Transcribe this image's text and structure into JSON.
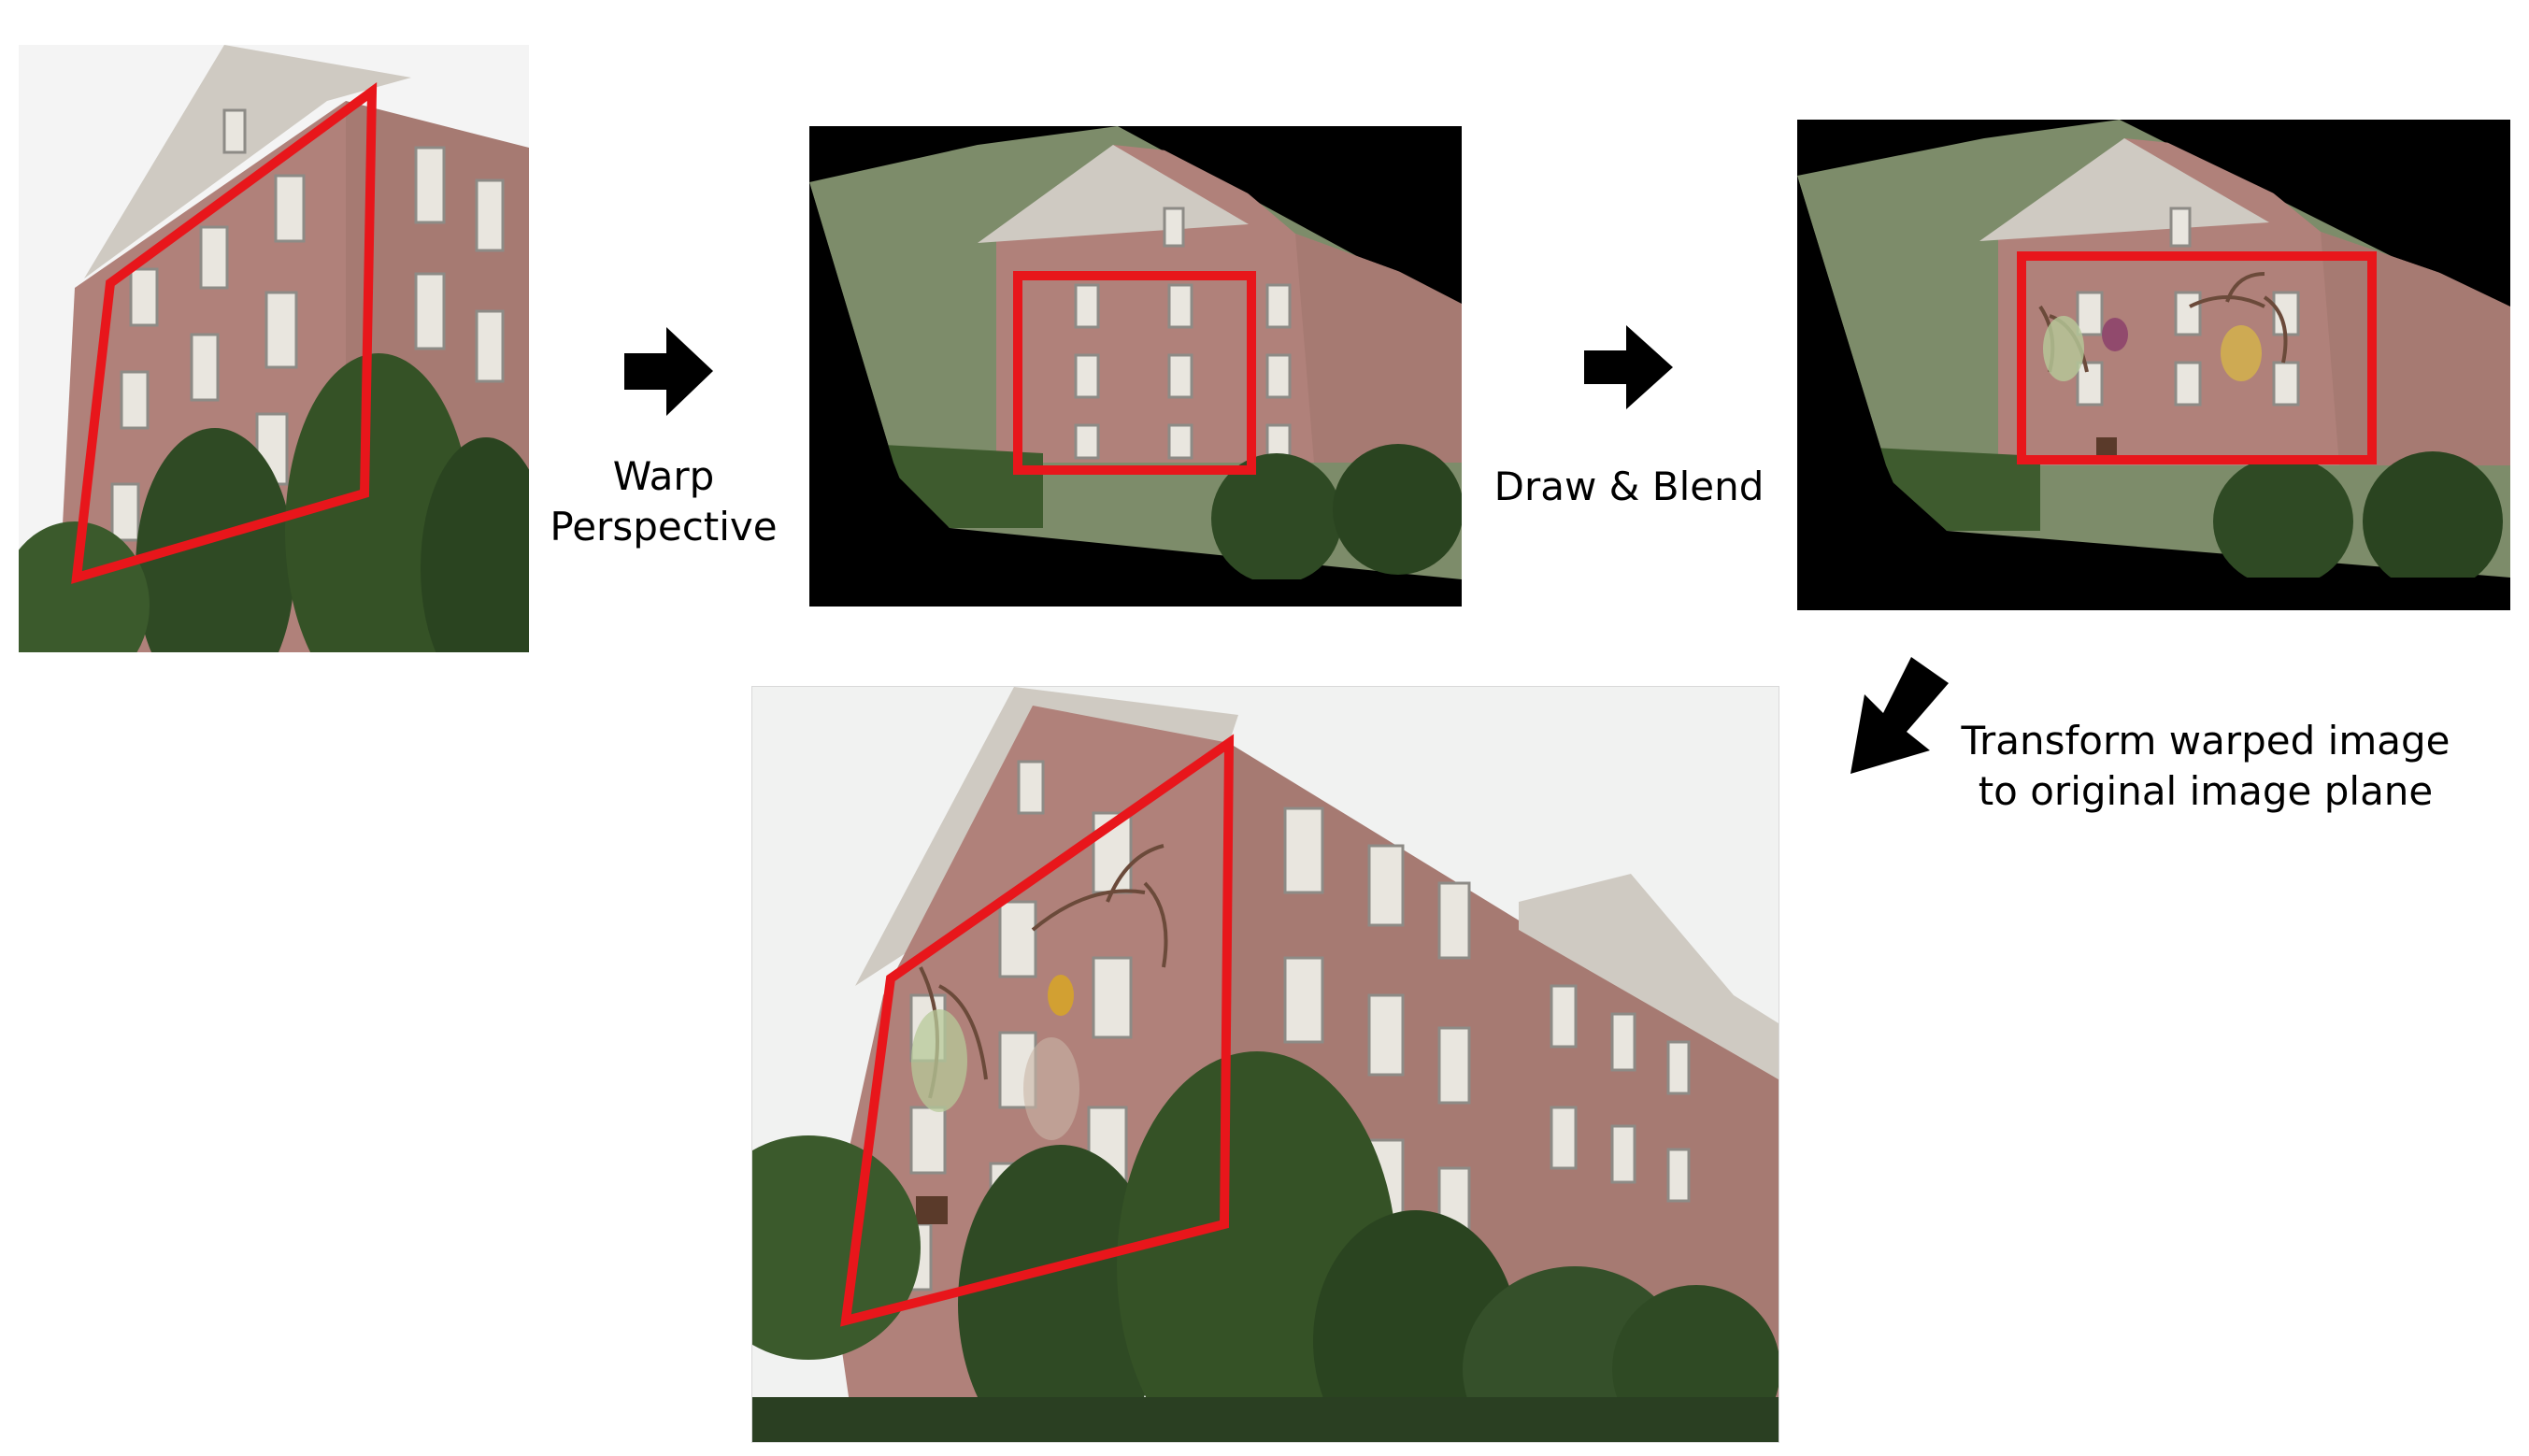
{
  "steps": [
    {
      "label": "Warp\nPerspective"
    },
    {
      "label": "Draw & Blend"
    },
    {
      "label": "Transform warped image\nto original image plane"
    }
  ],
  "colors": {
    "highlight": "#e8161b",
    "brick": "#b0817a",
    "trim": "#d9d4cc",
    "foliage": "#2f4a24",
    "arrow": "#000000"
  },
  "icons": [
    "right-arrow-icon",
    "right-arrow-icon",
    "down-left-arrow-icon"
  ]
}
